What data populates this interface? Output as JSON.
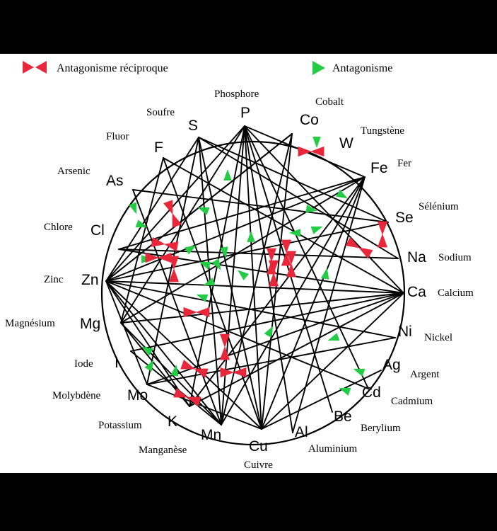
{
  "legend": {
    "mutual_label": "Antagonisme réciproque",
    "single_label": "Antagonisme"
  },
  "colors": {
    "mutual": "#e8273b",
    "single": "#22cc44",
    "line": "#000000",
    "frame": "#000000",
    "background": "#ffffff"
  },
  "elements": [
    {
      "id": "P",
      "symbol": "P",
      "name": "Phosphore"
    },
    {
      "id": "Co",
      "symbol": "Co",
      "name": "Cobalt"
    },
    {
      "id": "W",
      "symbol": "W",
      "name": "Tungstène"
    },
    {
      "id": "Fe",
      "symbol": "Fe",
      "name": "Fer"
    },
    {
      "id": "Se",
      "symbol": "Se",
      "name": "Sélénium"
    },
    {
      "id": "Na",
      "symbol": "Na",
      "name": "Sodium"
    },
    {
      "id": "Ca",
      "symbol": "Ca",
      "name": "Calcium"
    },
    {
      "id": "Ni",
      "symbol": "Ni",
      "name": "Nickel"
    },
    {
      "id": "Ag",
      "symbol": "Ag",
      "name": "Argent"
    },
    {
      "id": "Cd",
      "symbol": "Cd",
      "name": "Cadmium"
    },
    {
      "id": "Be",
      "symbol": "Be",
      "name": "Berylium"
    },
    {
      "id": "Al",
      "symbol": "Al",
      "name": "Aluminium"
    },
    {
      "id": "Cu",
      "symbol": "Cu",
      "name": "Cuivre"
    },
    {
      "id": "Mn",
      "symbol": "Mn",
      "name": "Manganèse"
    },
    {
      "id": "K",
      "symbol": "K",
      "name": "Potassium"
    },
    {
      "id": "Mo",
      "symbol": "Mo",
      "name": "Molybdène"
    },
    {
      "id": "I",
      "symbol": "I",
      "name": "Iode"
    },
    {
      "id": "Mg",
      "symbol": "Mg",
      "name": "Magnésium"
    },
    {
      "id": "Zn",
      "symbol": "Zn",
      "name": "Zinc"
    },
    {
      "id": "Cl",
      "symbol": "Cl",
      "name": "Chlore"
    },
    {
      "id": "As",
      "symbol": "As",
      "name": "Arsenic"
    },
    {
      "id": "F",
      "symbol": "F",
      "name": "Fluor"
    },
    {
      "id": "S",
      "symbol": "S",
      "name": "Soufre"
    }
  ],
  "links": [
    {
      "from": "P",
      "to": "Fe"
    },
    {
      "from": "P",
      "to": "Ca"
    },
    {
      "from": "P",
      "to": "Al"
    },
    {
      "from": "P",
      "to": "Cu"
    },
    {
      "from": "P",
      "to": "Mn"
    },
    {
      "from": "P",
      "to": "K"
    },
    {
      "from": "P",
      "to": "Zn"
    },
    {
      "from": "P",
      "to": "Mg"
    },
    {
      "from": "P",
      "to": "Cd"
    },
    {
      "from": "P",
      "to": "Be"
    },
    {
      "from": "S",
      "to": "Se"
    },
    {
      "from": "S",
      "to": "Na"
    },
    {
      "from": "S",
      "to": "Cu"
    },
    {
      "from": "S",
      "to": "Mn"
    },
    {
      "from": "S",
      "to": "Zn"
    },
    {
      "from": "S",
      "to": "Mo"
    },
    {
      "from": "F",
      "to": "Ca"
    },
    {
      "from": "F",
      "to": "Cu"
    },
    {
      "from": "F",
      "to": "Mg"
    },
    {
      "from": "As",
      "to": "Se"
    },
    {
      "from": "As",
      "to": "Mn"
    },
    {
      "from": "Cl",
      "to": "Na"
    },
    {
      "from": "Cl",
      "to": "Fe"
    },
    {
      "from": "Zn",
      "to": "Fe"
    },
    {
      "from": "Zn",
      "to": "Ca"
    },
    {
      "from": "Zn",
      "to": "Cu"
    },
    {
      "from": "Zn",
      "to": "Cd"
    },
    {
      "from": "Zn",
      "to": "Ni"
    },
    {
      "from": "Zn",
      "to": "K"
    },
    {
      "from": "Zn",
      "to": "Mo"
    },
    {
      "from": "Zn",
      "to": "Se"
    },
    {
      "from": "Zn",
      "to": "Mn"
    },
    {
      "from": "Zn",
      "to": "Co"
    },
    {
      "from": "Mg",
      "to": "Ca"
    },
    {
      "from": "Mg",
      "to": "Mn"
    },
    {
      "from": "Mg",
      "to": "Fe"
    },
    {
      "from": "Mg",
      "to": "K"
    },
    {
      "from": "I",
      "to": "Ca"
    },
    {
      "from": "I",
      "to": "Mn"
    },
    {
      "from": "Mo",
      "to": "Ca"
    },
    {
      "from": "Mo",
      "to": "Cu"
    },
    {
      "from": "K",
      "to": "Ca"
    },
    {
      "from": "K",
      "to": "Fe"
    },
    {
      "from": "Mn",
      "to": "Fe"
    },
    {
      "from": "Cu",
      "to": "Fe"
    },
    {
      "from": "Cu",
      "to": "Ca"
    },
    {
      "from": "Cu",
      "to": "Co"
    },
    {
      "from": "Al",
      "to": "Fe"
    },
    {
      "from": "Ni",
      "to": "Mo"
    },
    {
      "from": "Ag",
      "to": "Cu"
    },
    {
      "from": "Co",
      "to": "Mn"
    },
    {
      "from": "Co",
      "to": "Zn"
    },
    {
      "from": "Ca",
      "to": "Cl"
    }
  ]
}
